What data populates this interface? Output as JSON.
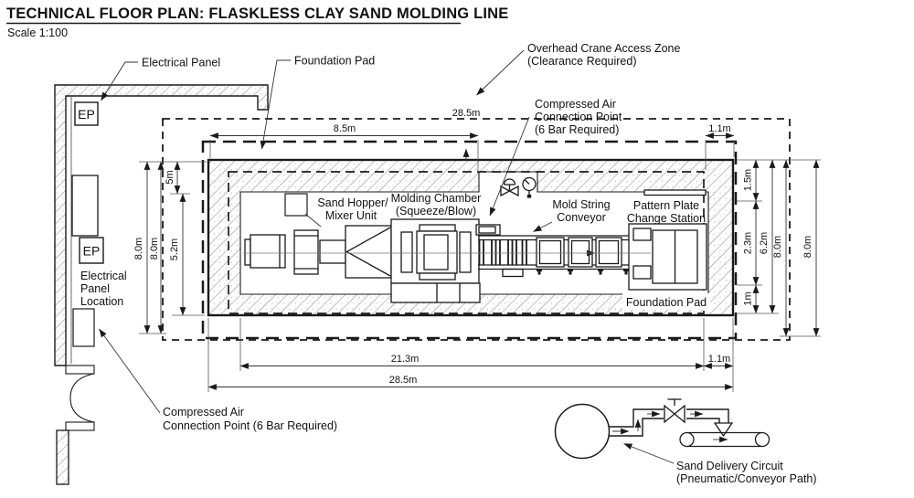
{
  "title": "TECHNICAL FLOOR PLAN: FLASKLESS CLAY SAND MOLDING LINE",
  "scale_note": "Scale 1:100",
  "labels": {
    "electrical_panel": "Electrical Panel",
    "foundation_pad_top": "Foundation Pad",
    "overhead_crane_1": "Overhead Crane Access Zone",
    "overhead_crane_2": "(Clearance Required)",
    "compressed_air_top_1": "Compressed Air",
    "compressed_air_top_2": "Connection Point",
    "compressed_air_top_3": "(6 Bar Required)",
    "sand_hopper_1": "Sand Hopper/",
    "sand_hopper_2": "Mixer Unit",
    "molding_chamber_1": "Molding Chamber",
    "molding_chamber_2": "(Squeeze/Blow)",
    "mold_string_1": "Mold String",
    "mold_string_2": "Conveyor",
    "pattern_plate_1": "Pattern Plate",
    "pattern_plate_2": "Change Station",
    "foundation_pad_bottom": "Foundation Pad",
    "ep": "EP",
    "electrical_panel_location_1": "Electrical",
    "electrical_panel_location_2": "Panel",
    "electrical_panel_location_3": "Location",
    "compressed_air_bottom_1": "Compressed Air",
    "compressed_air_bottom_2": "Connection Point (6 Bar Required)",
    "sand_delivery_1": "Sand Delivery Circuit",
    "sand_delivery_2": "(Pneumatic/Conveyor Path)"
  },
  "dimensions": {
    "top_total": "28.5m",
    "top_left_span": "8.5m",
    "top_right_offset": "1.1m",
    "left_outer": "8.0m",
    "left_zone": "8.0m",
    "left_upper": "5m",
    "left_lower": "5.2m",
    "right_top": "1.5m",
    "right_mid": "2.3m",
    "right_bottom": "1m",
    "right_span": "6.2m",
    "right_zone": "8.0m",
    "right_outer": "8.0m",
    "bottom_inner": "21.3m",
    "bottom_offset": "1.1m",
    "bottom_total": "28.5m"
  },
  "colors": {
    "ink": "#1a1a1a",
    "hatch": "#777777",
    "background": "#ffffff"
  }
}
